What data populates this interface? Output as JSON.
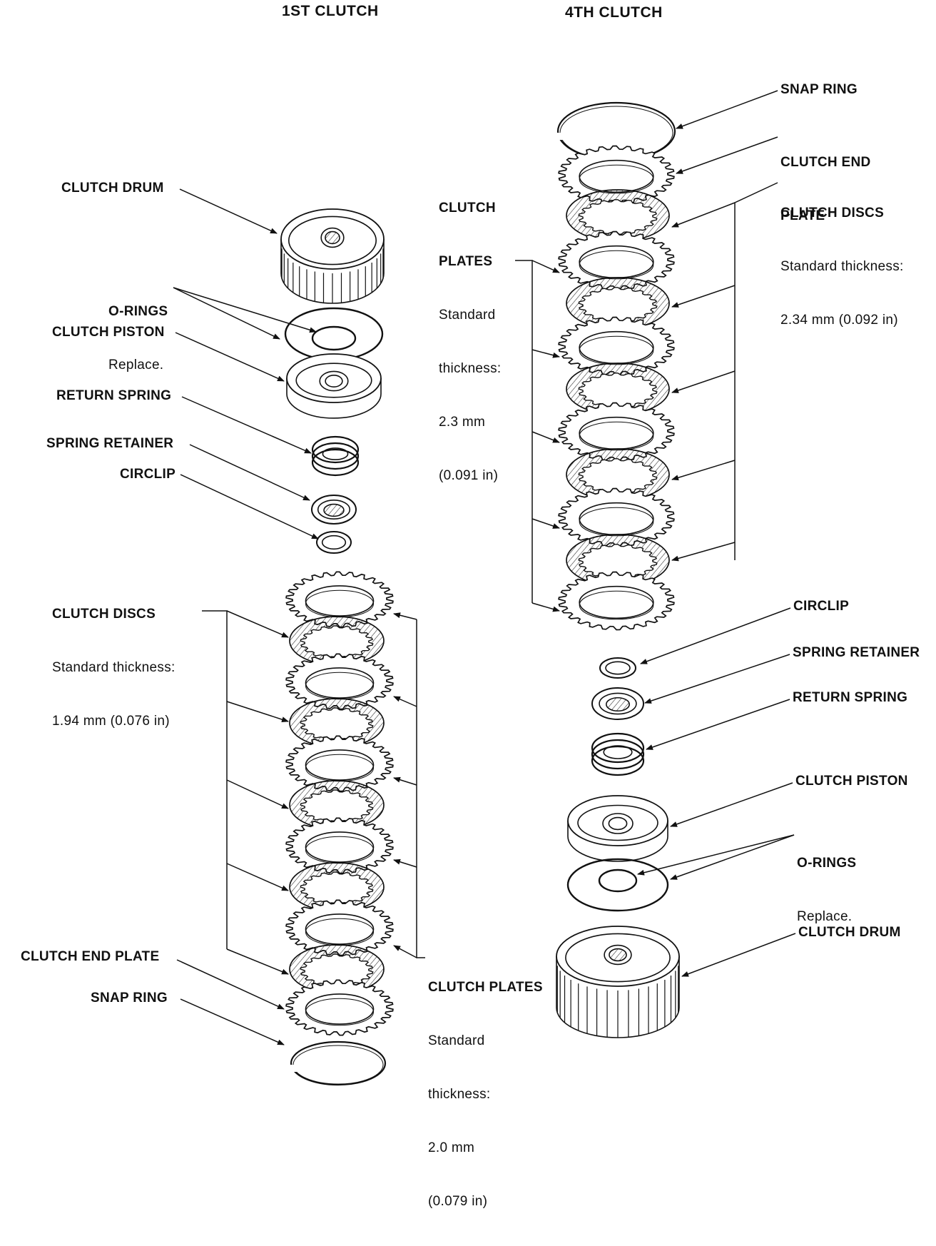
{
  "titles": {
    "first": "1ST CLUTCH",
    "fourth": "4TH CLUTCH"
  },
  "first_clutch": {
    "clutch_drum": "CLUTCH DRUM",
    "o_rings": "O-RINGS",
    "o_rings_note": "Replace.",
    "clutch_piston": "CLUTCH PISTON",
    "return_spring": "RETURN SPRING",
    "spring_retainer": "SPRING RETAINER",
    "circlip": "CIRCLIP",
    "clutch_discs": "CLUTCH DISCS",
    "clutch_discs_spec_1": "Standard thickness:",
    "clutch_discs_spec_2": "1.94 mm (0.076 in)",
    "clutch_end_plate": "CLUTCH END PLATE",
    "snap_ring": "SNAP RING",
    "clutch_plates": "CLUTCH PLATES",
    "clutch_plates_spec_1": "Standard",
    "clutch_plates_spec_2": "thickness:",
    "clutch_plates_spec_3": "2.0 mm",
    "clutch_plates_spec_4": "(0.079 in)"
  },
  "fourth_clutch": {
    "snap_ring": "SNAP RING",
    "clutch_end_plate_1": "CLUTCH END",
    "clutch_end_plate_2": "PLATE",
    "clutch_discs": "CLUTCH DISCS",
    "clutch_discs_spec_1": "Standard thickness:",
    "clutch_discs_spec_2": "2.34 mm (0.092 in)",
    "clutch_plates_1": "CLUTCH",
    "clutch_plates_2": "PLATES",
    "clutch_plates_spec_1": "Standard",
    "clutch_plates_spec_2": "thickness:",
    "clutch_plates_spec_3": "2.3 mm",
    "clutch_plates_spec_4": "(0.091 in)",
    "circlip": "CIRCLIP",
    "spring_retainer": "SPRING RETAINER",
    "return_spring": "RETURN SPRING",
    "clutch_piston": "CLUTCH PISTON",
    "o_rings": "O-RINGS",
    "o_rings_note": "Replace.",
    "clutch_drum": "CLUTCH DRUM"
  }
}
